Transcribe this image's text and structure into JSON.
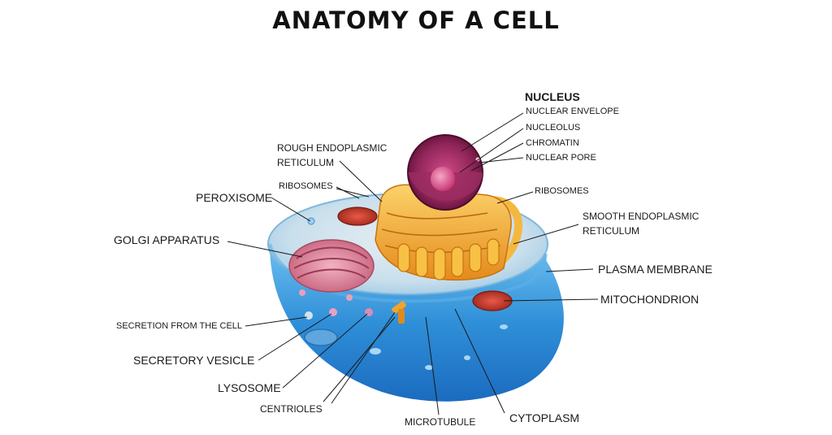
{
  "title": "ANATOMY OF A CELL",
  "labels": {
    "nucleus": "NUCLEUS",
    "nuclear_envelope": "NUCLEAR ENVELOPE",
    "nucleolus": "NUCLEOLUS",
    "chromatin": "CHROMATIN",
    "nuclear_pore": "NUCLEAR PORE",
    "rough_er_line1": "ROUGH ENDOPLASMIC",
    "rough_er_line2": "RETICULUM",
    "ribosomes_left": "RIBOSOMES",
    "ribosomes_right": "RIBOSOMES",
    "peroxisome": "PEROXISOME",
    "smooth_er_line1": "SMOOTH ENDOPLASMIC",
    "smooth_er_line2": "RETICULUM",
    "golgi_apparatus": "GOLGI APPARATUS",
    "plasma_membrane": "PLASMA MEMBRANE",
    "mitochondrion": "MITOCHONDRION",
    "secretion": "SECRETION FROM THE CELL",
    "secretory_vesicle": "SECRETORY VESICLE",
    "lysosome": "LYSOSOME",
    "centrioles": "CENTRIOLES",
    "microtubule": "MICROTUBULE",
    "cytoplasm": "CYTOPLASM"
  },
  "colors": {
    "cell_blue": "#3f9ee0",
    "cytoplasm_top": "#cfe3ef",
    "er_orange": "#f2a52a",
    "nucleus_purple": "#7a1e4a",
    "golgi_pink": "#d87890",
    "mitochondria_red": "#c2392c"
  }
}
